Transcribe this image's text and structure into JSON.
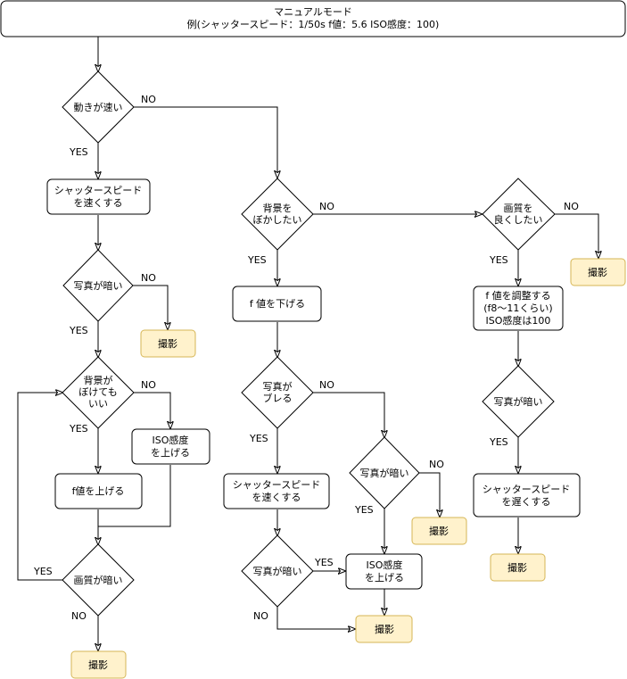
{
  "title": {
    "line1": "マニュアルモード",
    "line2": "例(シャッタースピード：1/50s  f値：5.6  ISO感度：100)"
  },
  "yes": "YES",
  "no": "NO",
  "nodes": {
    "q_fast": "動きが速い",
    "fast_shutter_1": [
      "シャッタースピード",
      "を速くする"
    ],
    "q_dark_1": "写真が暗い",
    "shoot_1": "撮影",
    "q_blur_bg_ok": [
      "背景が",
      "ぼけても",
      "いい"
    ],
    "iso_up_1": [
      "ISO感度",
      "を上げる"
    ],
    "f_up": "f値を上げる",
    "q_quality_dark": "画質が暗い",
    "shoot_2": "撮影",
    "q_blur_bg": [
      "背景を",
      "ぼかしたい"
    ],
    "f_down": "f 値を下げる",
    "q_shake": [
      "写真が",
      "ブレる"
    ],
    "fast_shutter_2": [
      "シャッタースピード",
      "を速くする"
    ],
    "q_dark_2": "写真が暗い",
    "q_dark_3": "写真が暗い",
    "shoot_3": "撮影",
    "iso_up_2": [
      "ISO感度",
      "を上げる"
    ],
    "shoot_4": "撮影",
    "q_quality": [
      "画質を",
      "良くしたい"
    ],
    "shoot_5": "撮影",
    "f_adjust": [
      "f 値を調整する",
      "(f8〜11くらい)",
      "ISO感度は100"
    ],
    "q_dark_4": "写真が暗い",
    "slow_shutter": [
      "シャッタースピード",
      "を遅くする"
    ],
    "shoot_6": "撮影"
  },
  "colors": {
    "terminal_fill": "#fff2cc",
    "terminal_stroke": "#d6b656"
  }
}
